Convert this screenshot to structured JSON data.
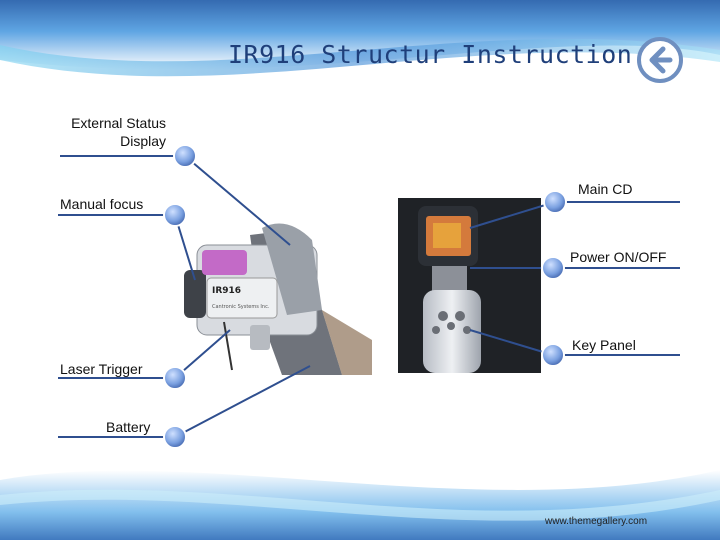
{
  "title": "IR916 Structur Instruction",
  "labels": {
    "external_status": [
      "External Status",
      "Display"
    ],
    "manual_focus": "Manual focus",
    "laser_trigger": "Laser Trigger",
    "battery": "Battery",
    "main_cd": "Main CD",
    "power": "Power ON/OFF",
    "key_panel": "Key Panel"
  },
  "device_text": {
    "model": "IR916",
    "brand": "Cantronic Systems Inc."
  },
  "footer": "www.themegallery.com",
  "colors": {
    "title": "#1f3f7a",
    "leader_line": "#2f4f8f",
    "callout_dot": "#5b7ec8",
    "back_icon": "#6f8fc0"
  },
  "icons": [
    "back-arrow-icon"
  ]
}
